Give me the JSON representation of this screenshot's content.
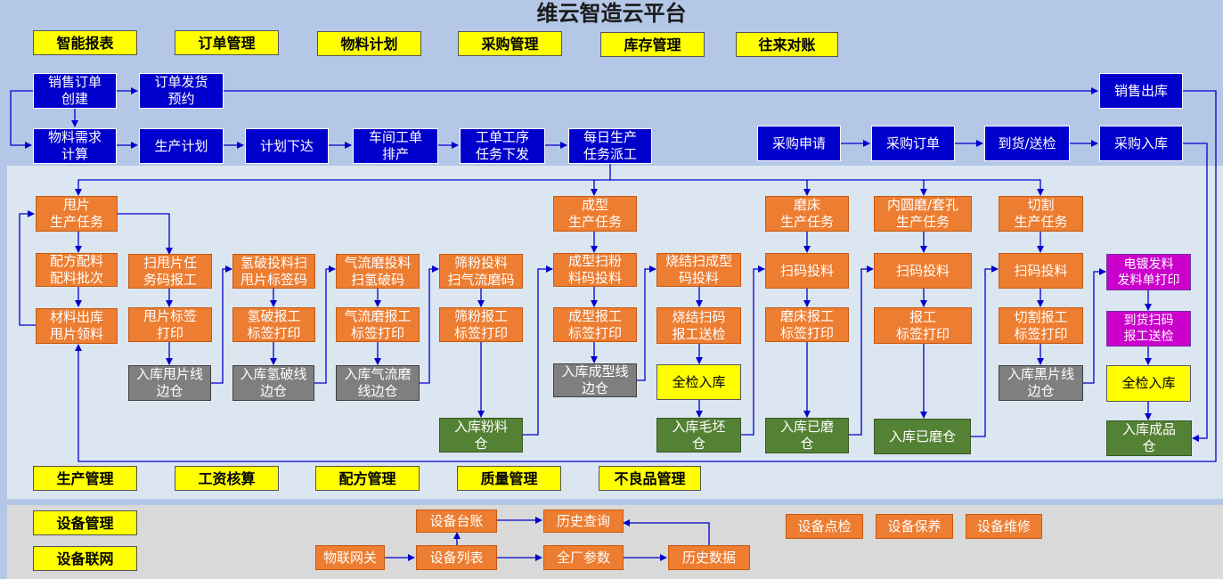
{
  "title": "维云智造云平台",
  "top_modules": [
    "智能报表",
    "订单管理",
    "物料计划",
    "采购管理",
    "库存管理",
    "往来对账"
  ],
  "mid_modules": [
    "生产管理",
    "工资核算",
    "配方管理",
    "质量管理",
    "不良品管理"
  ],
  "bot_modules": [
    "设备管理",
    "设备联网"
  ],
  "order_flow": [
    "销售订单\n创建",
    "订单发货\n预约",
    "销售出库"
  ],
  "plan_flow": [
    "物料需求\n计算",
    "生产计划",
    "计划下达",
    "车间工单\n排产",
    "工单工序\n任务下发",
    "每日生产\n任务派工"
  ],
  "purchase_flow": [
    "采购申请",
    "采购订单",
    "到货/送检",
    "采购入库"
  ],
  "shuai": [
    "甩片\n生产任务",
    "配方配料\n配料批次",
    "材料出库\n甩片领料"
  ],
  "col2": [
    "扫甩片任\n务码报工",
    "甩片标签\n打印",
    "入库甩片线\n边仓"
  ],
  "col3": [
    "氢破投料扫\n甩片标签码",
    "氢破报工\n标签打印",
    "入库氢破线\n边仓"
  ],
  "col4": [
    "气流磨投料\n扫氢破码",
    "气流磨报工\n标签打印",
    "入库气流磨\n线边仓"
  ],
  "col5": [
    "筛粉投料\n扫气流磨码",
    "筛粉报工\n标签打印",
    "入库粉料\n仓"
  ],
  "col6": [
    "成型\n生产任务",
    "成型扫粉\n料码投料",
    "成型报工\n标签打印",
    "入库成型线\n边仓"
  ],
  "col7": [
    "烧结扫成型\n码投料",
    "烧结扫码\n报工送检",
    "全检入库",
    "入库毛坯\n仓"
  ],
  "col8": [
    "磨床\n生产任务",
    "扫码投料",
    "磨床报工\n标签打印",
    "入库已磨\n仓"
  ],
  "col9": [
    "内圆磨/套孔\n生产任务",
    "扫码投料",
    "报工\n标签打印",
    "入库已磨仓"
  ],
  "col10": [
    "切割\n生产任务",
    "扫码投料",
    "切割报工\n标签打印",
    "入库黑片线\n边仓"
  ],
  "col11": [
    "电镀发料\n发料单打印",
    "到货扫码\n报工送检",
    "全检入库",
    "入库成品\n仓"
  ],
  "equipment": [
    "设备台账",
    "历史查询",
    "物联网关",
    "设备列表",
    "全厂参数",
    "历史数据"
  ],
  "equip_right": [
    "设备点检",
    "设备保养",
    "设备维修"
  ],
  "colors": {
    "navy": "#0000cc",
    "orange": "#ed7d31",
    "gray": "#7f7f7f",
    "green": "#548235",
    "magenta": "#cc00cc",
    "yellow": "#ffff00",
    "line": "#0000cc"
  }
}
